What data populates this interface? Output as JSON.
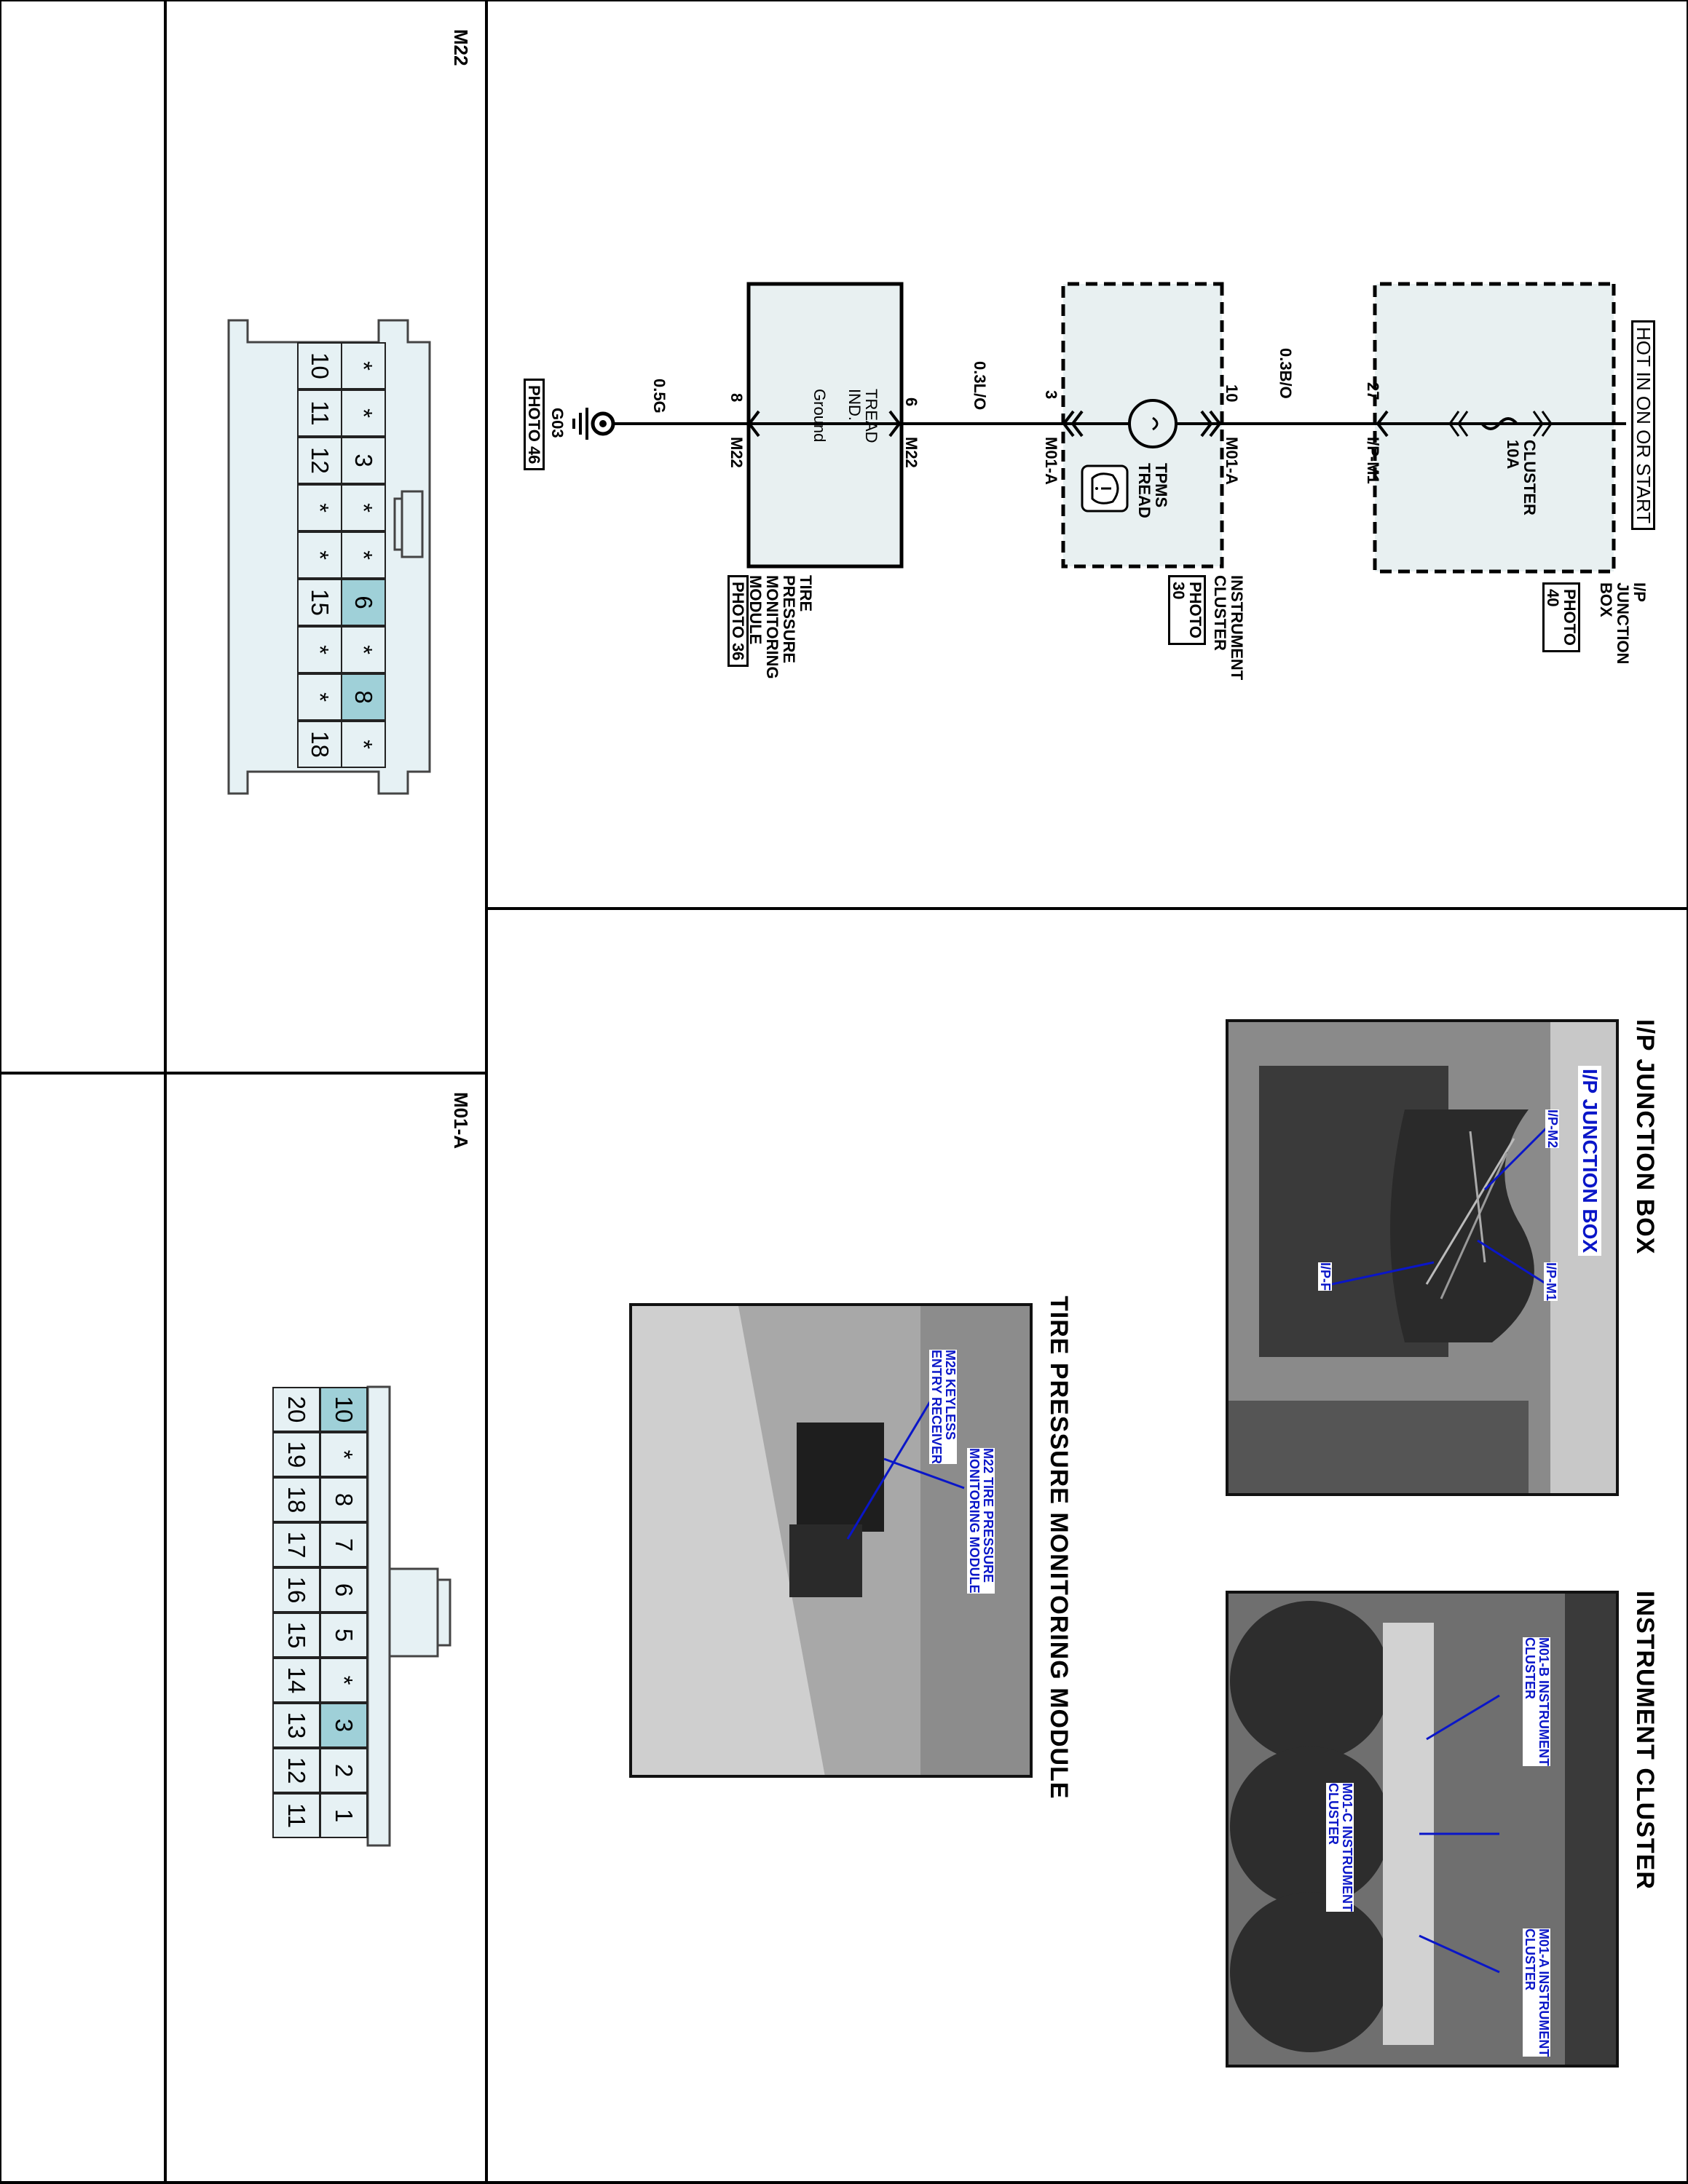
{
  "schematic": {
    "hot_label": "HOT IN ON OR START",
    "ip_junction": {
      "name": "I/P\nJUNCTION\nBOX",
      "photo": "PHOTO\n40",
      "fuse": "CLUSTER\n10A",
      "connector": "I/P-M1",
      "pin": "27"
    },
    "wire1": "0.3B/O",
    "cluster": {
      "name": "INSTRUMENT\nCLUSTER",
      "photo": "PHOTO\n30",
      "connector_in": "M01-A",
      "pin_in": "10",
      "pin_out": "3",
      "connector_out": "M01-A",
      "lamp": "TPMS\nTREAD"
    },
    "wire2": "0.3L/O",
    "tpms": {
      "name": "TIRE\nPRESSURE\nMONITORING\nMODULE",
      "photo": "PHOTO 36",
      "tread": "TREAD\nIND.",
      "ground_label": "Ground",
      "pin_in": "6",
      "connector_in": "M22",
      "pin_out": "8",
      "connector_out": "M22"
    },
    "wire3": "0.5G",
    "ground": {
      "name": "G03",
      "photo": "PHOTO 46"
    }
  },
  "connectors": {
    "m22": {
      "title": "M22",
      "row_top": [
        "*",
        "*",
        "3",
        "*",
        "*",
        "6",
        "*",
        "8",
        "*"
      ],
      "row_bottom": [
        "10",
        "11",
        "12",
        "*",
        "*",
        "15",
        "*",
        "*",
        "18"
      ],
      "highlight_top": [
        5,
        7
      ]
    },
    "m01a": {
      "title": "M01-A",
      "row_top": [
        "10",
        "*",
        "8",
        "7",
        "6",
        "5",
        "*",
        "3",
        "2",
        "1"
      ],
      "row_bottom": [
        "20",
        "19",
        "18",
        "17",
        "16",
        "15",
        "14",
        "13",
        "12",
        "11"
      ],
      "highlight_top": [
        0,
        7
      ]
    }
  },
  "photos": {
    "ip_junction": {
      "title": "I/P JUNCTION BOX",
      "overlay": "I/P JUNCTION BOX",
      "callouts": [
        "I/P-M2",
        "I/P-M1",
        "I/P-F"
      ]
    },
    "instrument_cluster": {
      "title": "INSTRUMENT CLUSTER",
      "callouts": [
        "M01-B INSTRUMENT\nCLUSTER",
        "M01-C INSTRUMENT\nCLUSTER",
        "M01-A INSTRUMENT\nCLUSTER"
      ]
    },
    "tpms_module": {
      "title": "TIRE PRESSURE MONITORING MODULE",
      "callouts": [
        "M22 TIRE PRESSURE\nMONITORING MODULE",
        "M25 KEYLESS\nENTRY RECEIVER"
      ]
    }
  },
  "colors": {
    "connector_fill": "#e6f1f4",
    "connector_highlight": "#9fd0d8",
    "component_fill": "#e8f0f1",
    "callout": "#0a16c8"
  }
}
